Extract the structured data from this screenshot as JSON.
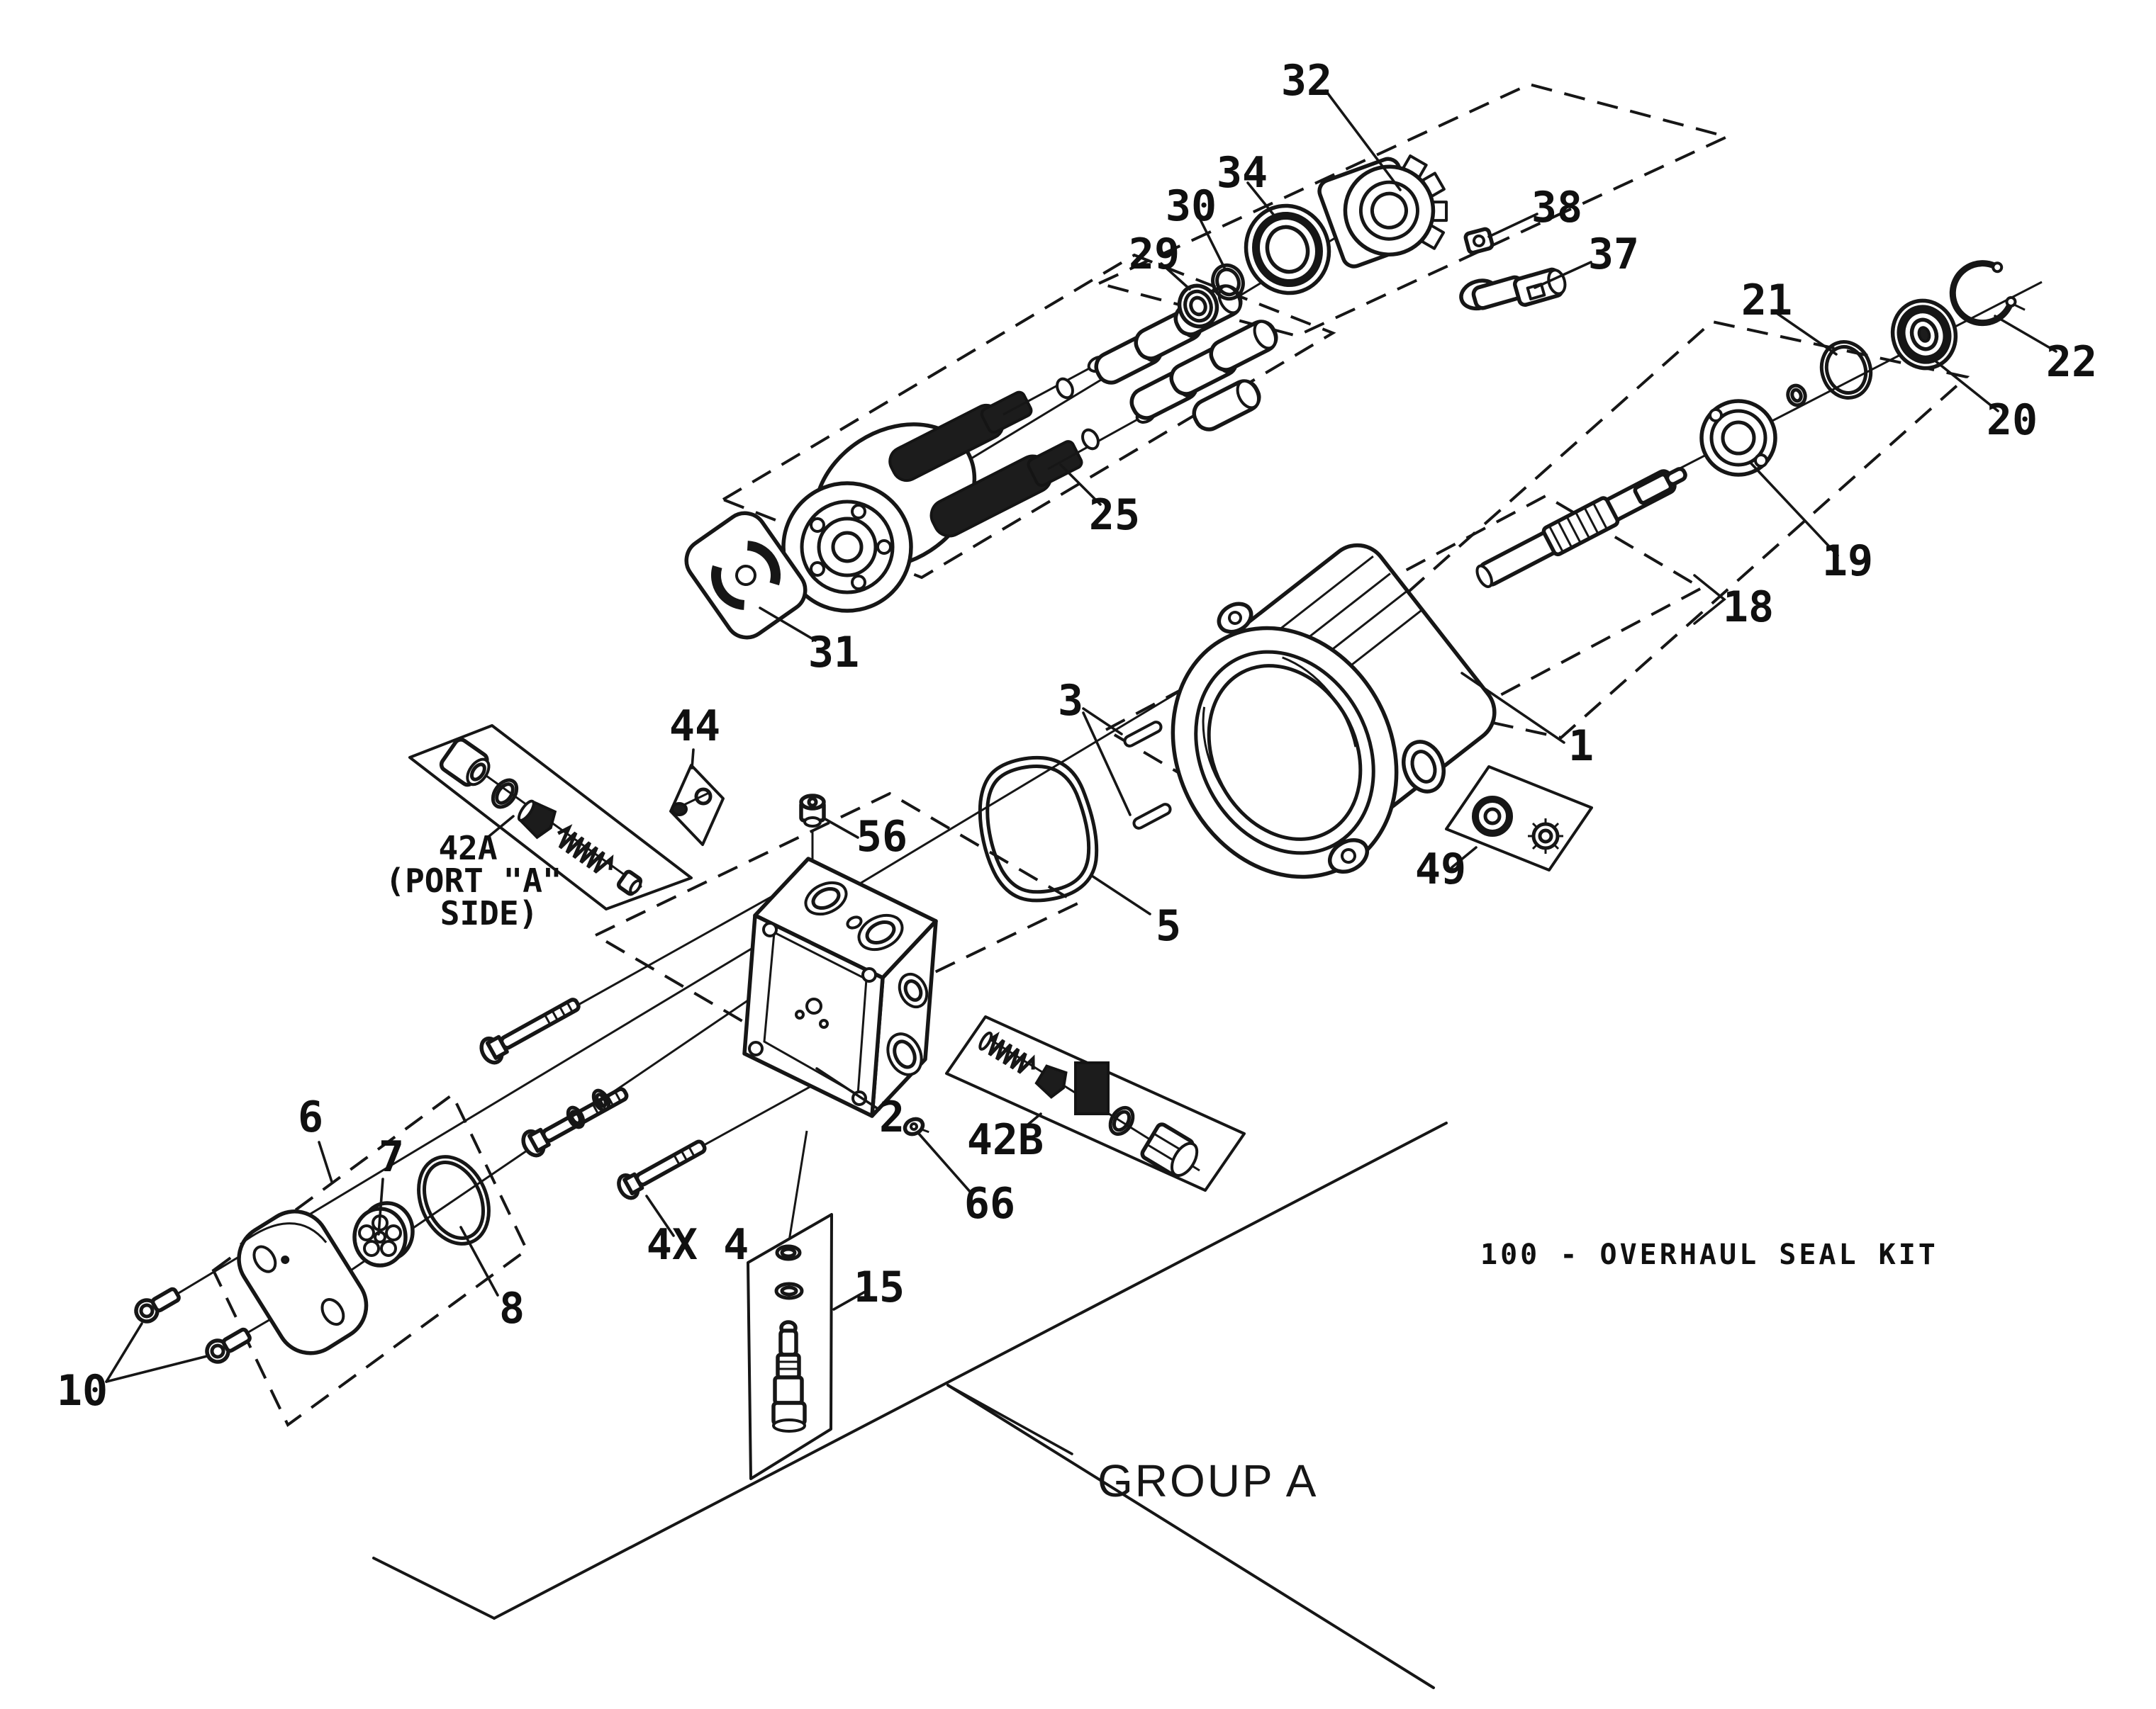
{
  "diagram": {
    "kind": "exploded parts view - hydraulic pump",
    "group_note": "GROUP A",
    "seal_kit_note": "100 - OVERHAUL SEAL KIT",
    "line_color": "#161616",
    "background": "#ffffff"
  },
  "callouts": {
    "c1": {
      "text": "1"
    },
    "c2": {
      "text": "2"
    },
    "c3": {
      "text": "3"
    },
    "c4": {
      "text": "4X 4"
    },
    "c5": {
      "text": "5"
    },
    "c6": {
      "text": "6"
    },
    "c7": {
      "text": "7"
    },
    "c8": {
      "text": "8"
    },
    "c10": {
      "text": "10"
    },
    "c15": {
      "text": "15"
    },
    "c18": {
      "text": "18"
    },
    "c19": {
      "text": "19"
    },
    "c20": {
      "text": "20"
    },
    "c21": {
      "text": "21"
    },
    "c22": {
      "text": "22"
    },
    "c25": {
      "text": "25"
    },
    "c29": {
      "text": "29"
    },
    "c30": {
      "text": "30"
    },
    "c31": {
      "text": "31"
    },
    "c32": {
      "text": "32"
    },
    "c34": {
      "text": "34"
    },
    "c37": {
      "text": "37"
    },
    "c38": {
      "text": "38"
    },
    "c42a": {
      "text": "42A"
    },
    "c42a_line2": {
      "text": "(PORT \"A\""
    },
    "c42a_line3": {
      "text": "SIDE)"
    },
    "c42b": {
      "text": "42B"
    },
    "c44": {
      "text": "44"
    },
    "c49": {
      "text": "49"
    },
    "c56": {
      "text": "56"
    },
    "c66": {
      "text": "66"
    }
  }
}
